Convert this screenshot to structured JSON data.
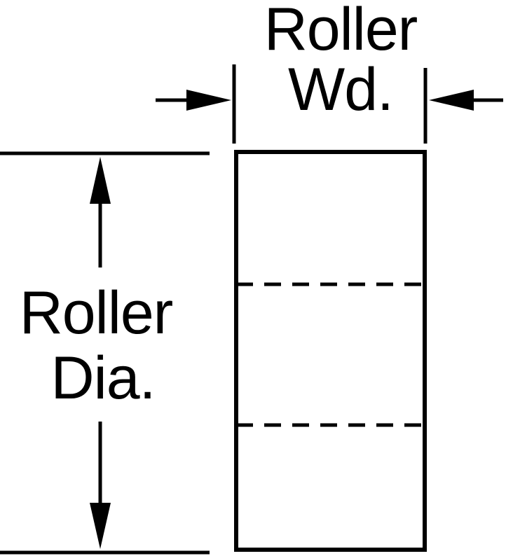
{
  "diagram": {
    "width_label_line1": "Roller",
    "width_label_line2": "Wd.",
    "diameter_label_line1": "Roller",
    "diameter_label_line2": "Dia."
  },
  "colors": {
    "stroke": "#000000",
    "background": "#ffffff"
  }
}
